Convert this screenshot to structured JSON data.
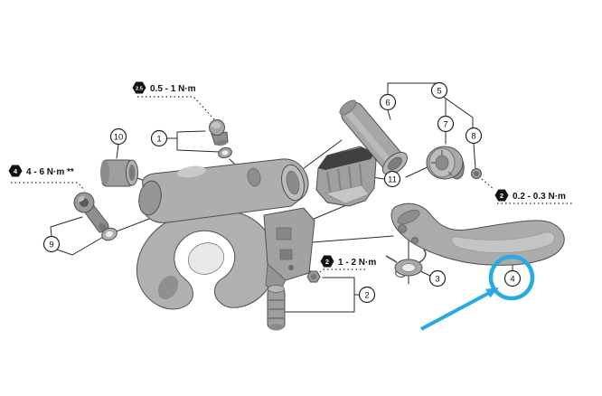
{
  "diagram": {
    "kind": "exploded parts diagram",
    "highlight_color": "#29abe2"
  },
  "torque_badges": [
    {
      "hex_size": "2.5",
      "label": "0.5 - 1 N·m"
    },
    {
      "hex_size": "4",
      "label": "4 - 6 N·m **"
    },
    {
      "hex_size": "2",
      "label": "1 - 2 N·m"
    },
    {
      "hex_size": "2",
      "label": "0.2 - 0.3 N·m"
    }
  ],
  "callouts": {
    "c1": "1",
    "c2": "2",
    "c3": "3",
    "c4": "4",
    "c5": "5",
    "c6": "6",
    "c7": "7",
    "c8": "8",
    "c9": "9",
    "c10": "10",
    "c11": "11"
  },
  "highlight": {
    "circled_callout": "4"
  }
}
